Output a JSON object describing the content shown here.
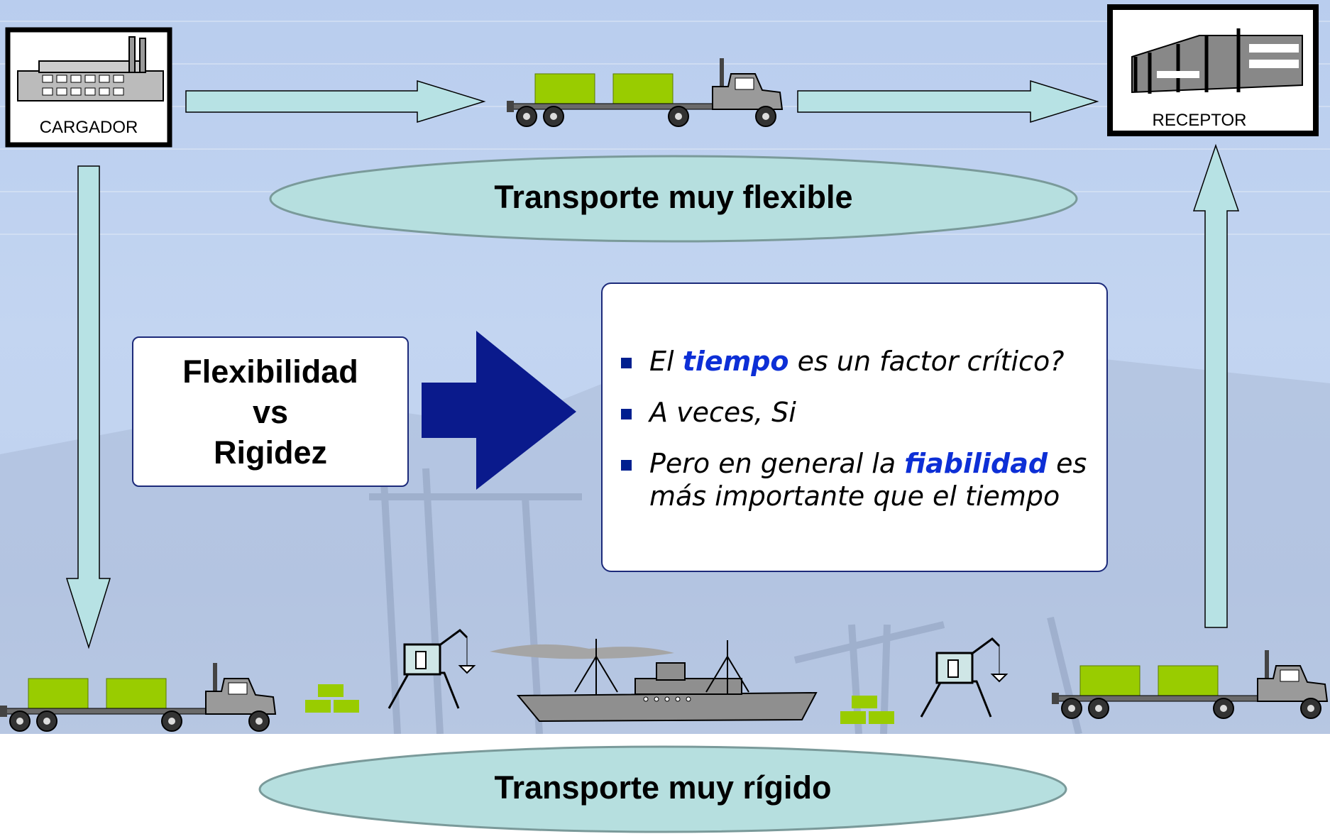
{
  "shipper": {
    "label": "CARGADOR",
    "icon": "factory-icon"
  },
  "receiver": {
    "label": "RECEPTOR",
    "icon": "building-icon"
  },
  "top_oval": {
    "text": "Transporte muy flexible"
  },
  "bottom_oval": {
    "text": "Transporte muy rígido"
  },
  "comparison": {
    "line1": "Flexibilidad",
    "line2": "vs",
    "line3": "Rigidez"
  },
  "bullets": [
    {
      "before": "El ",
      "highlight": "tiempo",
      "after": "  es un factor crítico?"
    },
    {
      "text": "A veces, Si"
    },
    {
      "before": "Pero en general la ",
      "highlight": "fiabilidad",
      "after": " es más  importante  que el tiempo"
    }
  ],
  "colors": {
    "arrow_fill": "#b7e2e4",
    "oval_fill": "#b6dfdf",
    "big_arrow": "#0a1a8c",
    "container": "#99cc00",
    "highlight": "#0d2fd6",
    "background": "#bfd1ef"
  }
}
